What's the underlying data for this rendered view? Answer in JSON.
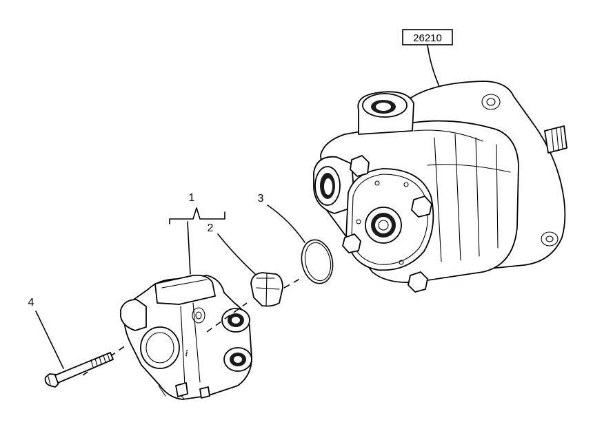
{
  "diagram": {
    "reference_number": "26210",
    "callouts": [
      {
        "id": "1",
        "label": "1"
      },
      {
        "id": "2",
        "label": "2"
      },
      {
        "id": "3",
        "label": "3"
      },
      {
        "id": "4",
        "label": "4"
      }
    ]
  }
}
